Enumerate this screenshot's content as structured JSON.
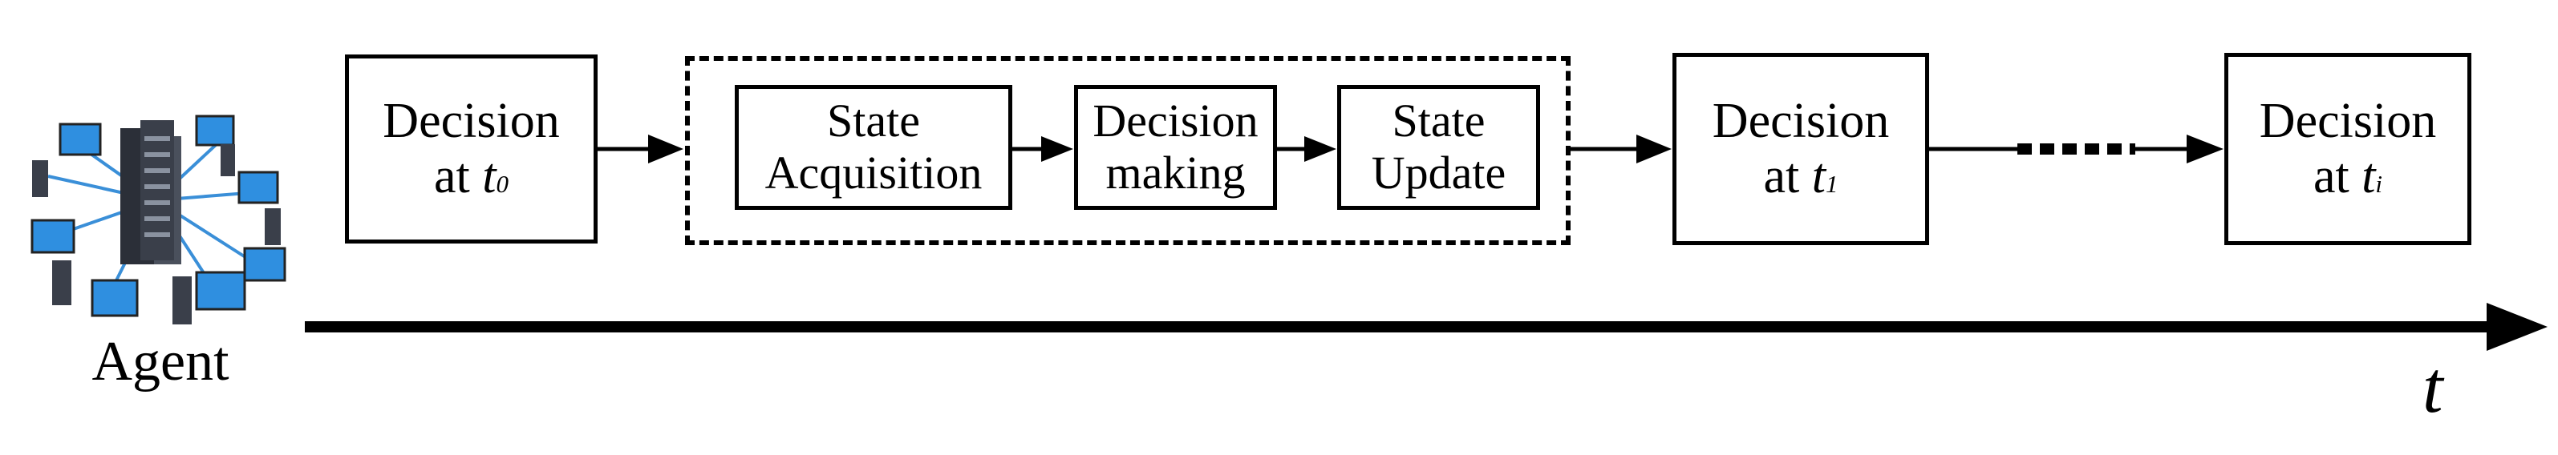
{
  "agent": {
    "label": "Agent",
    "icon": "network-servers-icon"
  },
  "timeline": {
    "label": "t"
  },
  "decisions": [
    {
      "line1": "Decision",
      "prefix": "at ",
      "var": "t",
      "sub": "0"
    },
    {
      "line1": "Decision",
      "prefix": "at ",
      "var": "t",
      "sub": "1"
    },
    {
      "line1": "Decision",
      "prefix": "at ",
      "var": "t",
      "sub": "i"
    }
  ],
  "process": [
    {
      "line1": "State",
      "line2": "Acquisition"
    },
    {
      "line1": "Decision",
      "line2": "making"
    },
    {
      "line1": "State",
      "line2": "Update"
    }
  ],
  "colors": {
    "screen": "#2f8fe0",
    "server": "#3a3f4a",
    "cable": "#3a8fd8"
  }
}
